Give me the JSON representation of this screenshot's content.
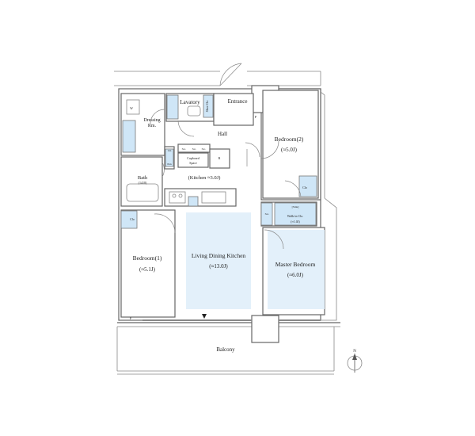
{
  "rooms": {
    "entrance": "Entrance",
    "lavatory": "Lavatory",
    "dressing_line1": "Dressing",
    "dressing_line2": "Rm.",
    "hall": "Hall",
    "bedroom2": "Bedroom(2)",
    "bedroom2_size": "(≈5.0J)",
    "bath": "Bath",
    "bath_size": "(1418)",
    "kitchen": "(Kitchen ≈3.0J)",
    "cupboard_line1": "Cupboard",
    "cupboard_line2": "Space",
    "bedroom1": "Bedroom(1)",
    "bedroom1_size": "(≈5.1J)",
    "ldk": "Living Dining Kitchen",
    "ldk_size": "(≈13.0J)",
    "master": "Master Bedroom",
    "master_size": "(≈6.0J)",
    "walkin_line1": "Walk-in Clo.",
    "walkin_size": "(≈1.0J)",
    "balcony": "Balcony"
  },
  "small_labels": {
    "w": "W",
    "shoe_clo": "Shoe Clo",
    "p_entrance": "P",
    "lin": "Lin",
    "sto1": "Sto",
    "sto2": "Sto",
    "sto3": "Sto",
    "pan": "Pan",
    "r": "R",
    "clo_bed2": "Clo",
    "sto_master": "Sto",
    "sink": "[Sink]",
    "clo_bed1": "Clo",
    "p_bedroom1": "P"
  },
  "compass": {
    "north": "N"
  },
  "colors": {
    "wall": "#666666",
    "storage_blue": "#cfe6f7",
    "room_highlight": "#e3f0fa"
  }
}
